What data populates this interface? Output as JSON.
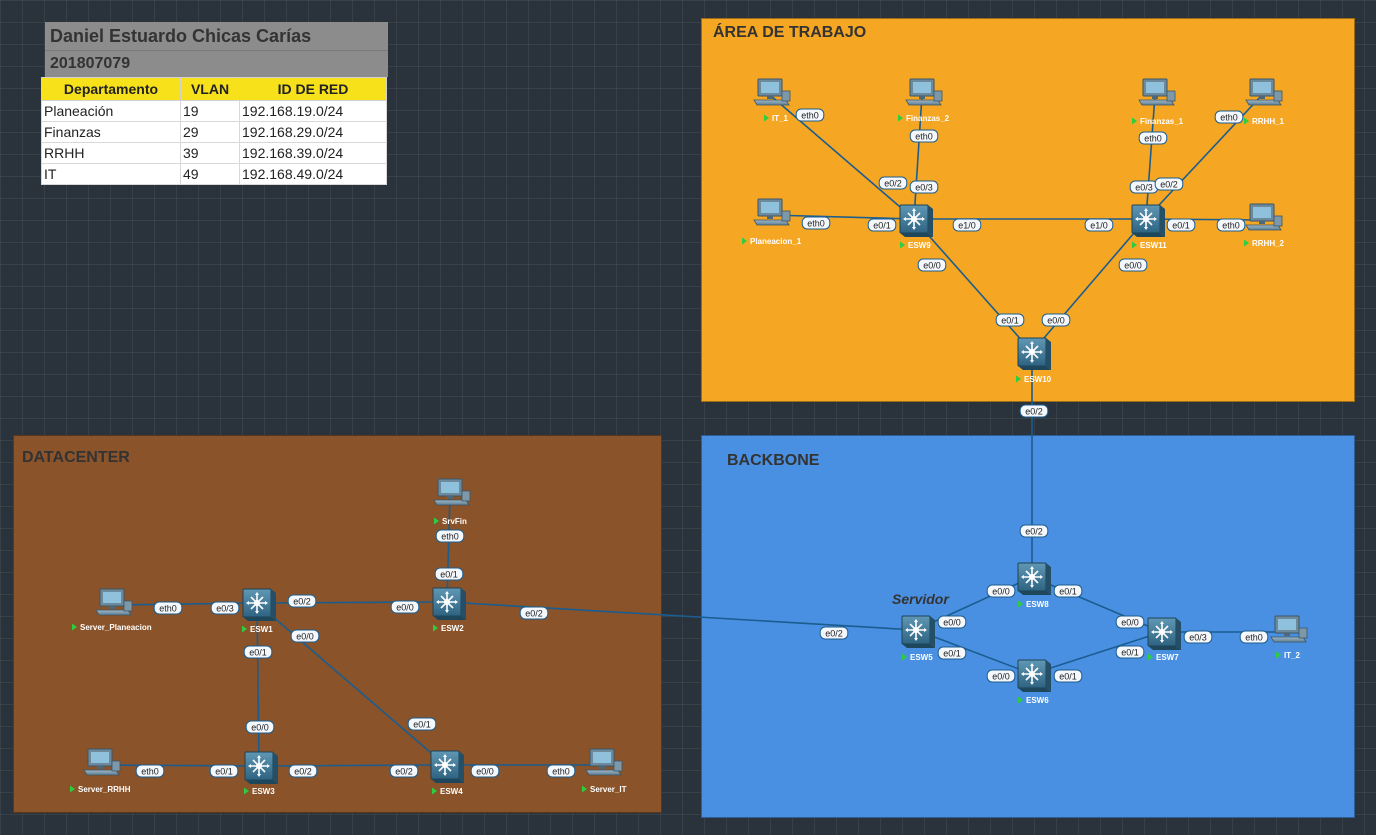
{
  "header": {
    "name": "Daniel Estuardo Chicas Carías",
    "carnet": "201807079"
  },
  "table": {
    "columns": [
      "Departamento",
      "VLAN",
      "ID DE RED"
    ],
    "rows": [
      [
        "Planeación",
        "19",
        "192.168.19.0/24"
      ],
      [
        "Finanzas",
        "29",
        "192.168.29.0/24"
      ],
      [
        "RRHH",
        "39",
        "192.168.39.0/24"
      ],
      [
        "IT",
        "49",
        "192.168.49.0/24"
      ]
    ]
  },
  "zones": {
    "trabajo": "ÁREA DE TRABAJO",
    "datacenter": "DATACENTER",
    "backbone": "BACKBONE"
  },
  "note": "Servidor",
  "colors": {
    "trabajo": "#f5a623",
    "datacenter": "#8a5329",
    "backbone": "#4a90e2",
    "link": "#1b5d8f",
    "status_running": "#2ecc40"
  },
  "nodes": [
    {
      "id": "IT_1",
      "label": "IT_1",
      "type": "pc"
    },
    {
      "id": "Finanzas_2",
      "label": "Finanzas_2",
      "type": "pc"
    },
    {
      "id": "Finanzas_1",
      "label": "Finanzas_1",
      "type": "pc"
    },
    {
      "id": "RRHH_1",
      "label": "RRHH_1",
      "type": "pc"
    },
    {
      "id": "Planeacion_1",
      "label": "Planeacion_1",
      "type": "pc"
    },
    {
      "id": "RRHH_2",
      "label": "RRHH_2",
      "type": "pc"
    },
    {
      "id": "ESW9",
      "label": "ESW9",
      "type": "switch"
    },
    {
      "id": "ESW11",
      "label": "ESW11",
      "type": "switch"
    },
    {
      "id": "ESW10",
      "label": "ESW10",
      "type": "switch"
    },
    {
      "id": "SrvFin",
      "label": "SrvFin",
      "type": "pc"
    },
    {
      "id": "Server_Planeacion",
      "label": "Server_Planeacion",
      "type": "pc"
    },
    {
      "id": "ESW1",
      "label": "ESW1",
      "type": "switch"
    },
    {
      "id": "ESW2",
      "label": "ESW2",
      "type": "switch"
    },
    {
      "id": "ESW3",
      "label": "ESW3",
      "type": "switch"
    },
    {
      "id": "ESW4",
      "label": "ESW4",
      "type": "switch"
    },
    {
      "id": "Server_RRHH",
      "label": "Server_RRHH",
      "type": "pc"
    },
    {
      "id": "Server_IT",
      "label": "Server_IT",
      "type": "pc"
    },
    {
      "id": "ESW8",
      "label": "ESW8",
      "type": "switch"
    },
    {
      "id": "ESW5",
      "label": "ESW5",
      "type": "switch"
    },
    {
      "id": "ESW6",
      "label": "ESW6",
      "type": "switch"
    },
    {
      "id": "ESW7",
      "label": "ESW7",
      "type": "switch"
    },
    {
      "id": "IT_2",
      "label": "IT_2",
      "type": "pc"
    }
  ],
  "links": [
    {
      "a": "IT_1",
      "pa": "eth0",
      "b": "ESW9",
      "pb": "e0/2"
    },
    {
      "a": "Finanzas_2",
      "pa": "eth0",
      "b": "ESW9",
      "pb": "e0/3"
    },
    {
      "a": "Planeacion_1",
      "pa": "eth0",
      "b": "ESW9",
      "pb": "e0/1"
    },
    {
      "a": "ESW9",
      "pa": "e1/0",
      "b": "ESW11",
      "pb": "e1/0"
    },
    {
      "a": "Finanzas_1",
      "pa": "eth0",
      "b": "ESW11",
      "pb": "e0/3"
    },
    {
      "a": "RRHH_1",
      "pa": "eth0",
      "b": "ESW11",
      "pb": "e0/2"
    },
    {
      "a": "RRHH_2",
      "pa": "eth0",
      "b": "ESW11",
      "pb": "e0/1"
    },
    {
      "a": "ESW9",
      "pa": "e0/0",
      "b": "ESW10",
      "pb": "e0/1"
    },
    {
      "a": "ESW11",
      "pa": "e0/0",
      "b": "ESW10",
      "pb": "e0/0"
    },
    {
      "a": "ESW10",
      "pa": "e0/2",
      "b": "ESW8",
      "pb": "e0/2"
    },
    {
      "a": "SrvFin",
      "pa": "eth0",
      "b": "ESW2",
      "pb": "e0/1"
    },
    {
      "a": "Server_Planeacion",
      "pa": "eth0",
      "b": "ESW1",
      "pb": "e0/3"
    },
    {
      "a": "ESW1",
      "pa": "e0/2",
      "b": "ESW2",
      "pb": "e0/0"
    },
    {
      "a": "ESW1",
      "pa": "e0/0",
      "b": "ESW4",
      "pb": "e0/1"
    },
    {
      "a": "ESW1",
      "pa": "e0/1",
      "b": "ESW3",
      "pb": "e0/0"
    },
    {
      "a": "Server_RRHH",
      "pa": "eth0",
      "b": "ESW3",
      "pb": "e0/1"
    },
    {
      "a": "ESW3",
      "pa": "e0/2",
      "b": "ESW4",
      "pb": "e0/2"
    },
    {
      "a": "ESW4",
      "pa": "e0/0",
      "b": "Server_IT",
      "pb": "eth0"
    },
    {
      "a": "ESW2",
      "pa": "e0/2",
      "b": "ESW5",
      "pb": "e0/2"
    },
    {
      "a": "ESW5",
      "pa": "e0/0",
      "b": "ESW8",
      "pb": "e0/0"
    },
    {
      "a": "ESW5",
      "pa": "e0/1",
      "b": "ESW6",
      "pb": "e0/0"
    },
    {
      "a": "ESW8",
      "pa": "e0/1",
      "b": "ESW7",
      "pb": "e0/0"
    },
    {
      "a": "ESW6",
      "pa": "e0/1",
      "b": "ESW7",
      "pb": "e0/1"
    },
    {
      "a": "ESW7",
      "pa": "e0/3",
      "b": "IT_2",
      "pb": "eth0"
    }
  ]
}
